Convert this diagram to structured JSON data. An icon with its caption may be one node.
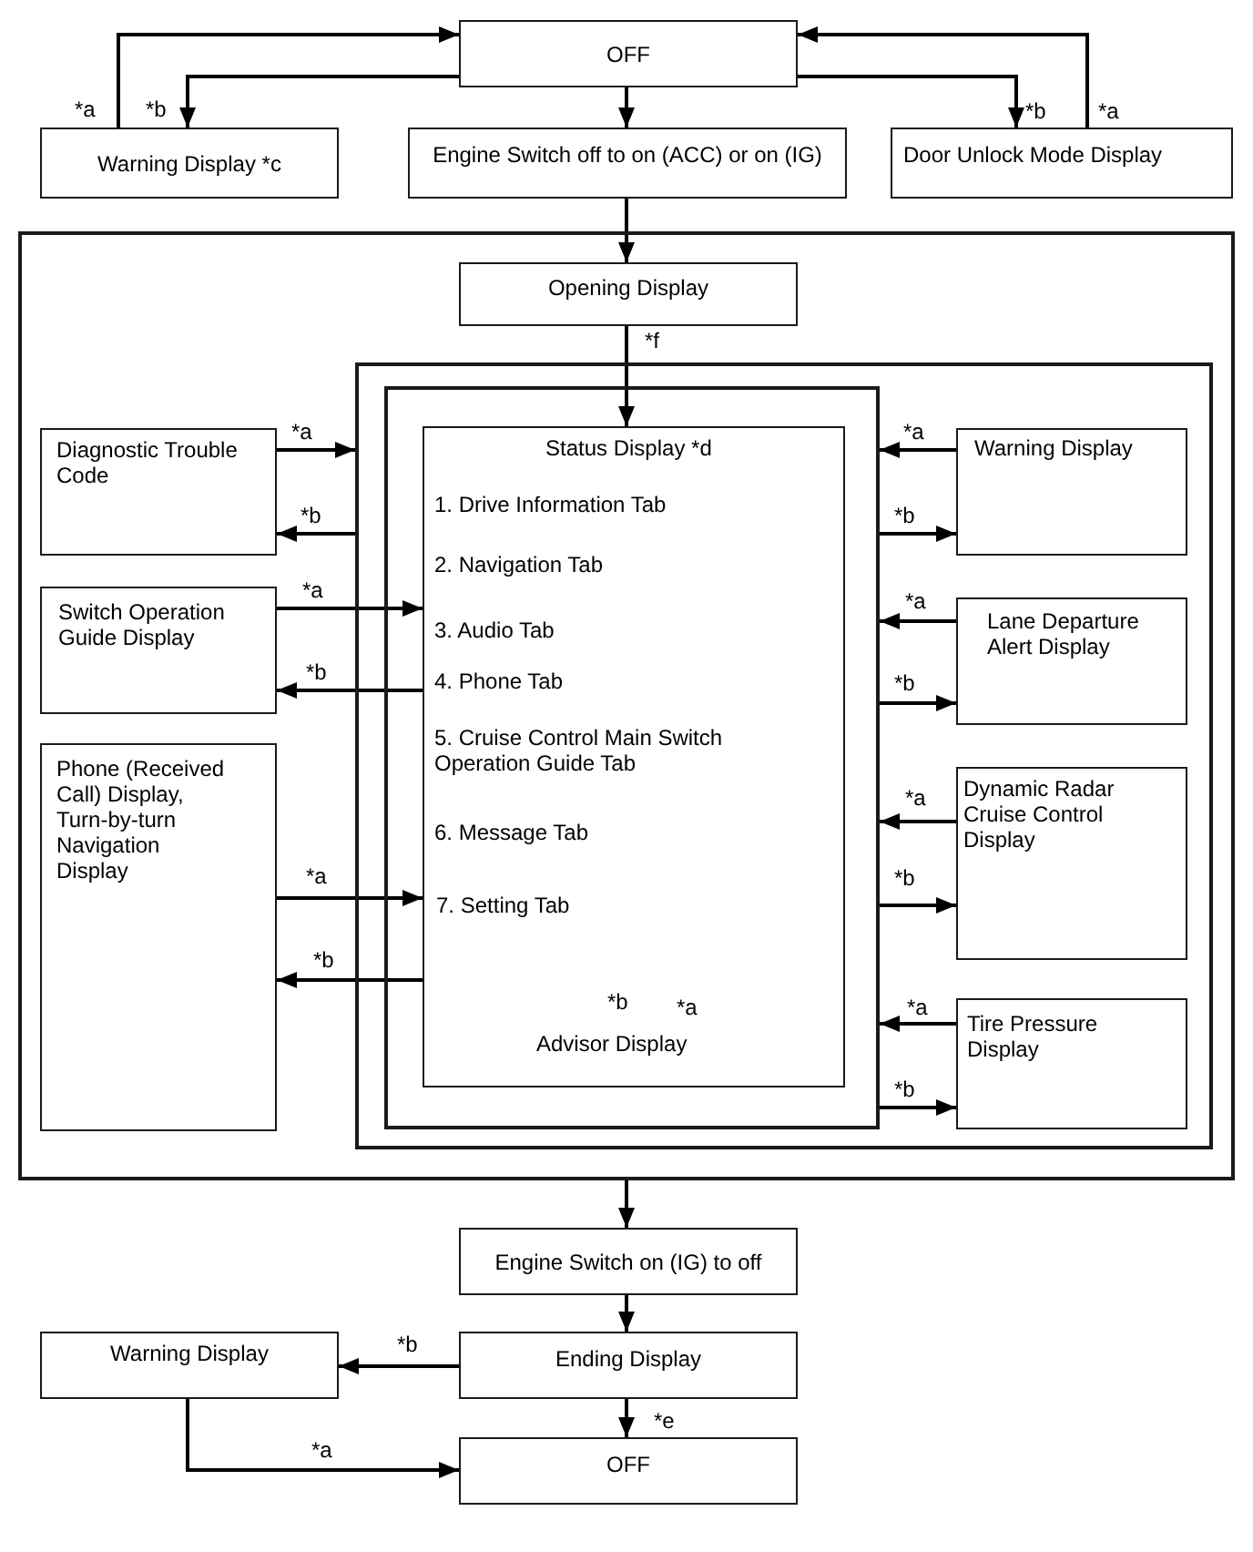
{
  "diagram": {
    "nodes": [
      {
        "text": [
          "OFF"
        ]
      },
      {
        "text": [
          "Warning Display *c"
        ]
      },
      {
        "text": [
          "Engine Switch off to on (ACC) or on (IG)"
        ]
      },
      {
        "text": [
          "Door Unlock Mode Display"
        ]
      },
      {
        "text": [],
        "shape": "box"
      },
      {
        "text": [
          "Opening Display"
        ],
        "in": 4
      },
      {
        "text": [],
        "shape": "box",
        "in": 4
      },
      {
        "text": [],
        "shape": "box",
        "in": 6
      },
      {
        "text": [
          "Status Display *d",
          "1. Drive Information Tab",
          "2. Navigation Tab",
          "3. Audio Tab",
          "4. Phone Tab",
          "5. Cruise Control Main Switch Operation Guide Tab",
          "6. Message Tab",
          "7. Setting Tab",
          "*b",
          "*a",
          "Advisor Display"
        ],
        "in": 7
      },
      {
        "text": [
          "Diagnostic Trouble Code"
        ],
        "in": 4
      },
      {
        "text": [
          "Switch Operation Guide Display"
        ],
        "in": 4
      },
      {
        "text": [
          "Phone (Received Call) Display, Turn-by-turn Navigation Display"
        ],
        "in": 4
      },
      {
        "text": [
          "Warning Display"
        ],
        "in": 6
      },
      {
        "text": [
          "Lane Departure Alert Display"
        ],
        "in": 6
      },
      {
        "text": [
          "Dynamic Radar Cruise Control Display"
        ],
        "in": 6
      },
      {
        "text": [
          "Tire Pressure Display"
        ],
        "in": 6
      },
      {
        "text": [
          "Engine Switch on (IG) to off"
        ]
      },
      {
        "text": [
          "Ending Display"
        ]
      },
      {
        "text": [
          "Warning Display"
        ]
      },
      {
        "text": [
          "OFF"
        ]
      }
    ],
    "edges": [
      {
        "from": 0,
        "to": 1,
        "arrow": "to",
        "label": "*b"
      },
      {
        "from": 1,
        "to": 0,
        "arrow": "to",
        "label": "*a"
      },
      {
        "from": 0,
        "to": 2,
        "arrow": "to"
      },
      {
        "from": 0,
        "to": 3,
        "arrow": "to",
        "label": "*b"
      },
      {
        "from": 3,
        "to": 0,
        "arrow": "to",
        "label": "*a"
      },
      {
        "from": 2,
        "to": 5,
        "arrow": "to"
      },
      {
        "from": 5,
        "to": 8,
        "arrow": "to",
        "label": "*f"
      },
      {
        "from": 9,
        "to": 6,
        "arrow": "to",
        "label": "*a"
      },
      {
        "from": 6,
        "to": 9,
        "arrow": "to",
        "label": "*b"
      },
      {
        "from": 10,
        "to": 8,
        "arrow": "to",
        "label": "*a"
      },
      {
        "from": 8,
        "to": 10,
        "arrow": "to",
        "label": "*b"
      },
      {
        "from": 11,
        "to": 8,
        "arrow": "to",
        "label": "*a"
      },
      {
        "from": 8,
        "to": 11,
        "arrow": "to",
        "label": "*b"
      },
      {
        "from": 12,
        "to": 7,
        "arrow": "to",
        "label": "*a"
      },
      {
        "from": 7,
        "to": 12,
        "arrow": "to",
        "label": "*b"
      },
      {
        "from": 13,
        "to": 7,
        "arrow": "to",
        "label": "*a"
      },
      {
        "from": 7,
        "to": 13,
        "arrow": "to",
        "label": "*b"
      },
      {
        "from": 14,
        "to": 7,
        "arrow": "to",
        "label": "*a"
      },
      {
        "from": 7,
        "to": 14,
        "arrow": "to",
        "label": "*b"
      },
      {
        "from": 15,
        "to": 7,
        "arrow": "to",
        "label": "*a"
      },
      {
        "from": 7,
        "to": 15,
        "arrow": "to",
        "label": "*b"
      },
      {
        "from": 4,
        "to": 16,
        "arrow": "to"
      },
      {
        "from": 16,
        "to": 17,
        "arrow": "to"
      },
      {
        "from": 17,
        "to": 18,
        "arrow": "to",
        "label": "*b"
      },
      {
        "from": 17,
        "to": 19,
        "arrow": "to",
        "label": "*e"
      },
      {
        "from": 18,
        "to": 19,
        "arrow": "to",
        "label": "*a"
      }
    ]
  }
}
